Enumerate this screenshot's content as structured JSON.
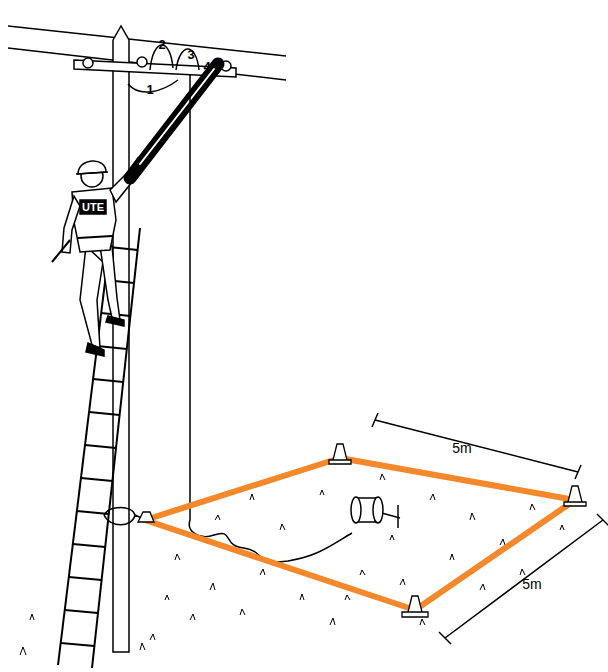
{
  "diagram": {
    "labels": [
      "1",
      "2",
      "3",
      "4",
      "UTE",
      "5m",
      "5m"
    ]
  }
}
